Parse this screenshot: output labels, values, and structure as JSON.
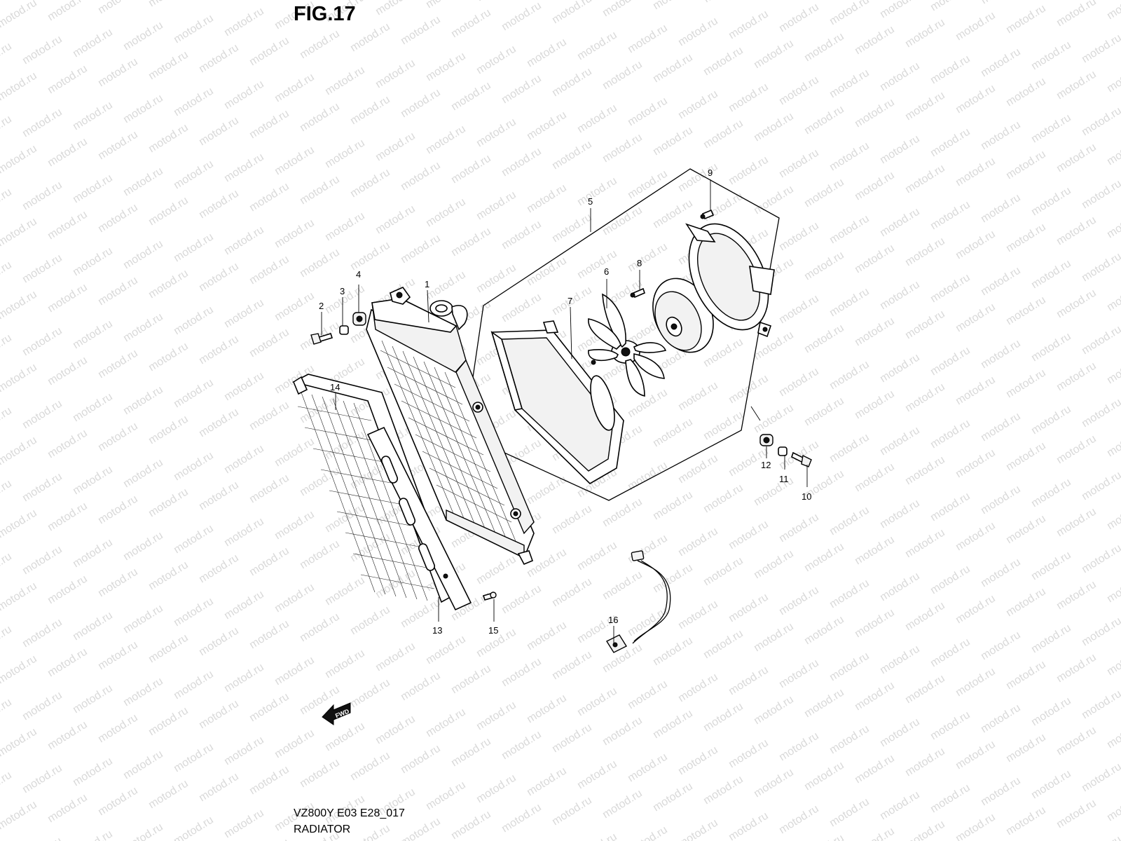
{
  "figure": {
    "title": "FIG.17",
    "model_code": "VZ800Y E03 E28_017",
    "name": "RADIATOR"
  },
  "watermark": {
    "text": "motod.ru",
    "color": "#d9d9d9"
  },
  "fwd_label": "FWD",
  "callouts": [
    {
      "id": "callout-1",
      "label": "1"
    },
    {
      "id": "callout-2",
      "label": "2"
    },
    {
      "id": "callout-3",
      "label": "3"
    },
    {
      "id": "callout-4",
      "label": "4"
    },
    {
      "id": "callout-5",
      "label": "5"
    },
    {
      "id": "callout-6",
      "label": "6"
    },
    {
      "id": "callout-7",
      "label": "7"
    },
    {
      "id": "callout-8",
      "label": "8"
    },
    {
      "id": "callout-9",
      "label": "9"
    },
    {
      "id": "callout-10",
      "label": "10"
    },
    {
      "id": "callout-11",
      "label": "11"
    },
    {
      "id": "callout-12",
      "label": "12"
    },
    {
      "id": "callout-13",
      "label": "13"
    },
    {
      "id": "callout-14",
      "label": "14"
    },
    {
      "id": "callout-15",
      "label": "15"
    },
    {
      "id": "callout-16",
      "label": "16"
    }
  ]
}
